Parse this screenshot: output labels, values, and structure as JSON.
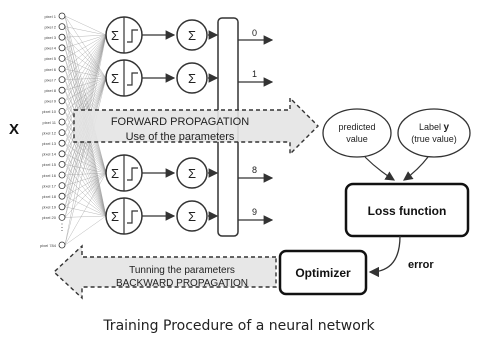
{
  "input_label": "X",
  "input_pixel_labels": [
    "pixel 1",
    "pixel 2",
    "pixel 3",
    "pixel 4",
    "pixel 5",
    "pixel 6",
    "pixel 7",
    "pixel 8",
    "pixel 9",
    "pixel 10",
    "pixel 11",
    "pixel 12",
    "pixel 13",
    "pixel 14",
    "pixel 15",
    "pixel 16",
    "pixel 17",
    "pixel 18",
    "pixel 19",
    "pixel 20"
  ],
  "last_pixel_label": "pixel 784",
  "ellipsis": "⋮",
  "neuron_symbol": "Σ",
  "output_labels": [
    "0",
    "1",
    "8",
    "9"
  ],
  "forward": {
    "line1": "FORWARD PROPAGATION",
    "line2": "Use of the parameters"
  },
  "backward": {
    "line1": "Tunning the parameters",
    "line2": "BACKWARD PROPAGATION"
  },
  "predicted": {
    "line1": "predicted",
    "line2": "value"
  },
  "label": {
    "line1_prefix": "Label ",
    "line1_bold": "y",
    "line2": "(true value)"
  },
  "loss_function": "Loss function",
  "optimizer": "Optimizer",
  "error": "error",
  "caption": "Training Procedure of a neural network"
}
